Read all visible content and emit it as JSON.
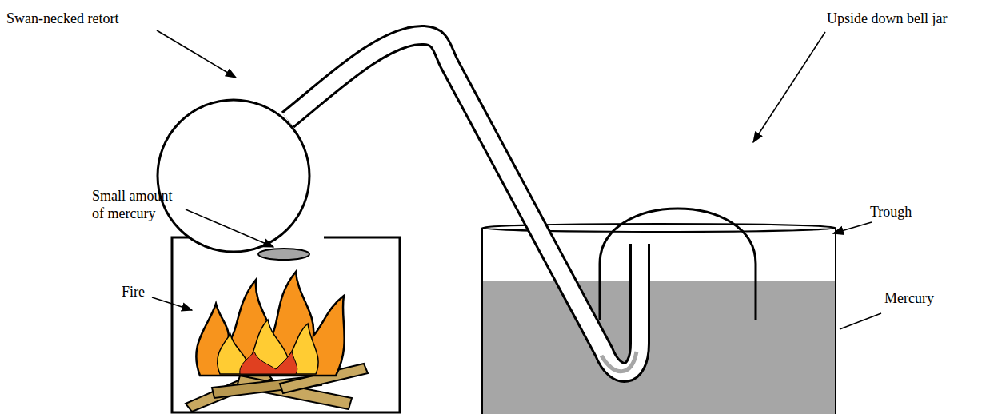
{
  "diagram": {
    "labels": [
      "Swan-necked retort",
      "Upside down bell jar",
      "Small amount of mercury",
      "Trough",
      "Fire",
      "Mercury"
    ]
  }
}
